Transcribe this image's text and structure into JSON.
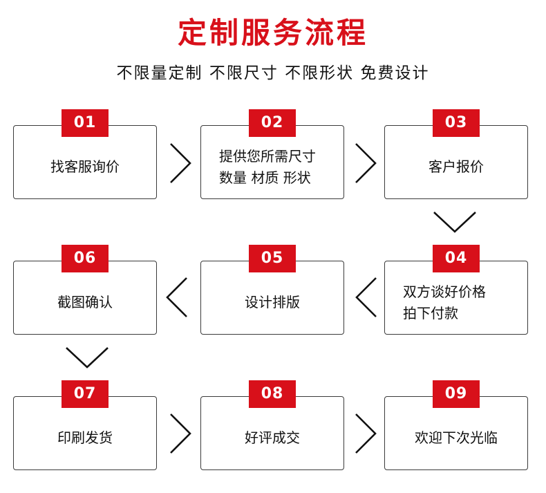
{
  "title": "定制服务流程",
  "subtitle": "不限量定制 不限尺寸 不限形状 免费设计",
  "steps": [
    {
      "num": "01",
      "label": "找客服询价"
    },
    {
      "num": "02",
      "label": "提供您所需尺寸\n数量 材质 形状"
    },
    {
      "num": "03",
      "label": "客户报价"
    },
    {
      "num": "04",
      "label": "双方谈好价格\n拍下付款"
    },
    {
      "num": "05",
      "label": "设计排版"
    },
    {
      "num": "06",
      "label": "截图确认"
    },
    {
      "num": "07",
      "label": "印刷发货"
    },
    {
      "num": "08",
      "label": "好评成交"
    },
    {
      "num": "09",
      "label": "欢迎下次光临"
    }
  ],
  "colors": {
    "accent": "#d8101a",
    "border": "#3a3a3a",
    "arrow": "#111111"
  },
  "icons": {
    "right": "chevron-right-icon",
    "left": "chevron-left-icon",
    "down": "chevron-down-icon"
  }
}
